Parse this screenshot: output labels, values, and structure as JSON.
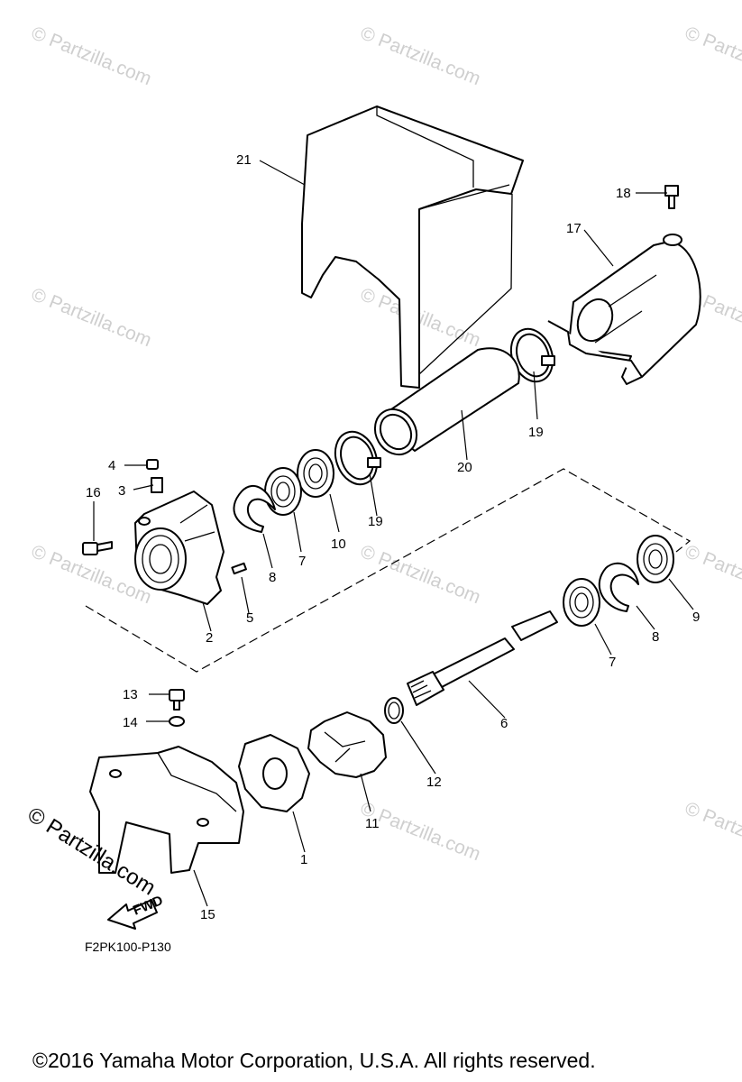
{
  "watermark": "© Partzilla.com",
  "diagram_code": "F2PK100-P130",
  "direction_label": "FWD",
  "copyright": "©2016  Yamaha Motor Corporation, U.S.A. All rights reserved.",
  "callouts": {
    "p1": "1",
    "p2": "2",
    "p3": "3",
    "p4": "4",
    "p5": "5",
    "p6": "6",
    "p7a": "7",
    "p7b": "7",
    "p8a": "8",
    "p8b": "8",
    "p9": "9",
    "p10": "10",
    "p11": "11",
    "p12": "12",
    "p13": "13",
    "p14": "14",
    "p15": "15",
    "p16": "16",
    "p17": "17",
    "p18": "18",
    "p19a": "19",
    "p19b": "19",
    "p20": "20",
    "p21": "21"
  }
}
